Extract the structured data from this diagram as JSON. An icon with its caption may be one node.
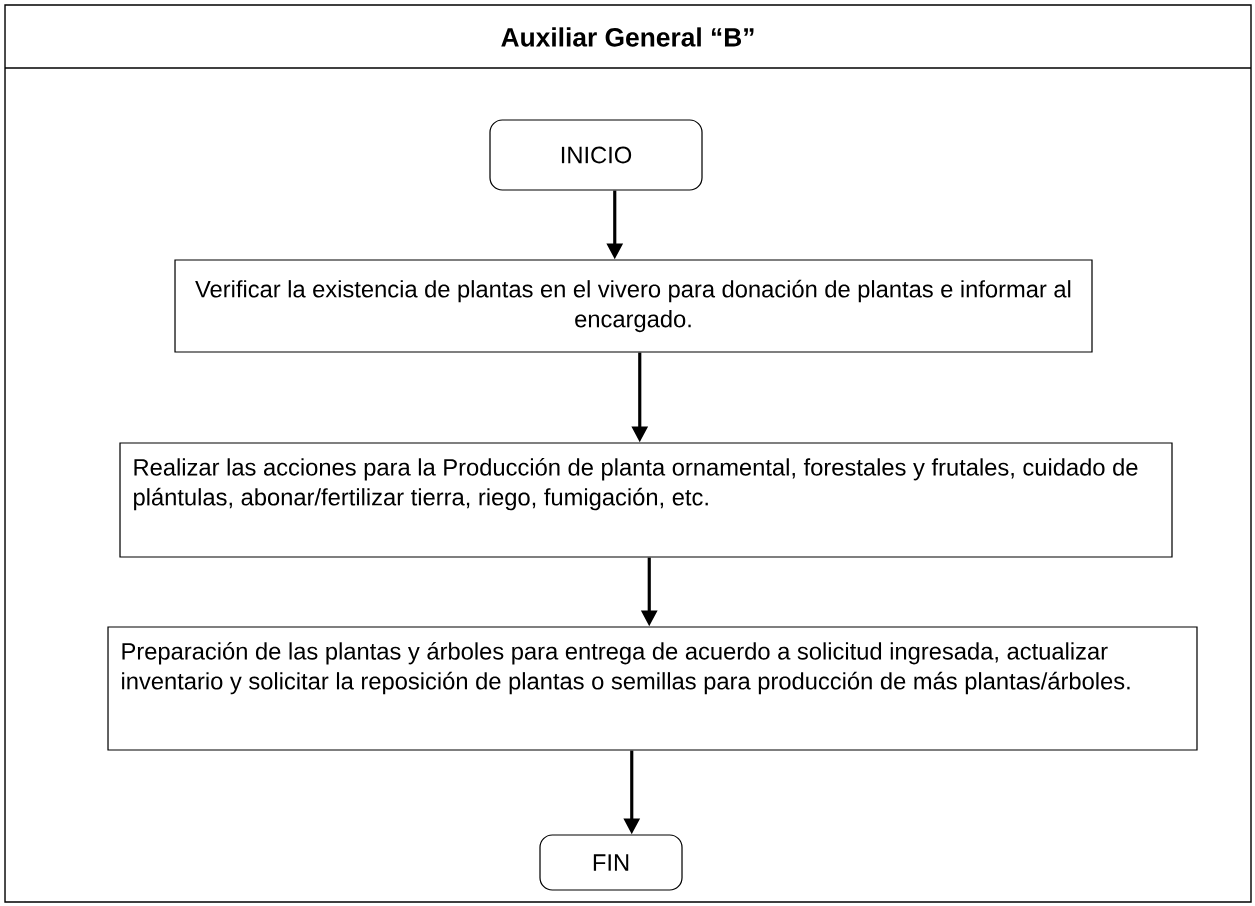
{
  "diagram": {
    "title": "Auxiliar General “B”",
    "nodes": [
      {
        "text": [
          "INICIO"
        ]
      },
      {
        "text": [
          "Verificar la existencia de plantas en el vivero para donación de plantas e informar al encargado."
        ]
      },
      {
        "text": [
          "Realizar las acciones para la Producción de planta ornamental, forestales y frutales, cuidado de plántulas, abonar/fertilizar tierra, riego, fumigación, etc."
        ]
      },
      {
        "text": [
          "Preparación de las plantas y árboles para entrega de acuerdo a solicitud ingresada, actualizar inventario y solicitar la reposición de plantas o semillas para producción de más plantas/árboles."
        ]
      },
      {
        "text": [
          "FIN"
        ]
      }
    ],
    "edges": [
      {
        "from": 0,
        "to": 1,
        "arrow": "to"
      },
      {
        "from": 1,
        "to": 2,
        "arrow": "to"
      },
      {
        "from": 2,
        "to": 3,
        "arrow": "to"
      },
      {
        "from": 3,
        "to": 4,
        "arrow": "to"
      }
    ]
  }
}
